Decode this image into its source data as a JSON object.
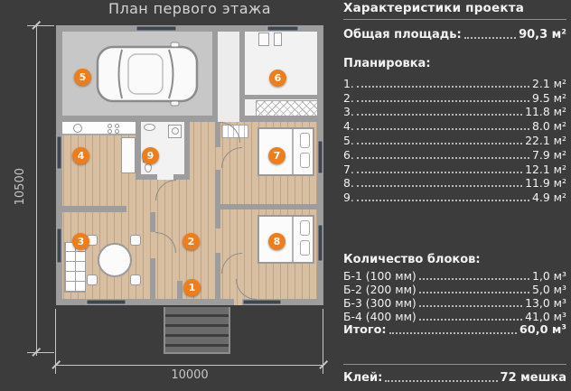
{
  "colors": {
    "bg": "#3c3c3c",
    "accent": "#ee7d1c",
    "wall": "#9d9d9d",
    "wood": "#d8bfa1",
    "garage-floor": "#c7c7c7",
    "text": "#f2f2f2",
    "dim": "#c6c6c6",
    "window": "#3f464f"
  },
  "plan": {
    "title": "План первого этажа",
    "markers": [
      "1",
      "2",
      "3",
      "4",
      "5",
      "6",
      "7",
      "8",
      "9"
    ],
    "dims": {
      "height": "10500",
      "width": "10000"
    }
  },
  "specs": {
    "header": "Характеристики проекта",
    "total_area": {
      "label": "Общая площадь:",
      "value": "90,3 м²"
    },
    "layout": {
      "header": "Планировка:",
      "items": [
        {
          "label": "1.",
          "value": "2.1 м²"
        },
        {
          "label": "2.",
          "value": "9.5 м²"
        },
        {
          "label": "3.",
          "value": "11.8 м²"
        },
        {
          "label": "4.",
          "value": "8.0 м²"
        },
        {
          "label": "5.",
          "value": "22.1 м²"
        },
        {
          "label": "6.",
          "value": "7.9 м²"
        },
        {
          "label": "7.",
          "value": "12.1 м²"
        },
        {
          "label": "8.",
          "value": "11.9 м²"
        },
        {
          "label": "9.",
          "value": "4.9 м²"
        }
      ]
    },
    "blocks": {
      "header": "Количество блоков:",
      "items": [
        {
          "label": "Б-1 (100 мм)",
          "value": "1,0 м³"
        },
        {
          "label": "Б-2 (200 мм)",
          "value": "5,0 м³"
        },
        {
          "label": "Б-3 (300 мм)",
          "value": "13,0 м³"
        },
        {
          "label": "Б-4 (400 мм)",
          "value": "41,0 м³"
        }
      ],
      "total": {
        "label": "Итого:",
        "value": "60,0 м³"
      }
    },
    "glue": {
      "label": "Клей:",
      "value": "72 мешка"
    }
  }
}
